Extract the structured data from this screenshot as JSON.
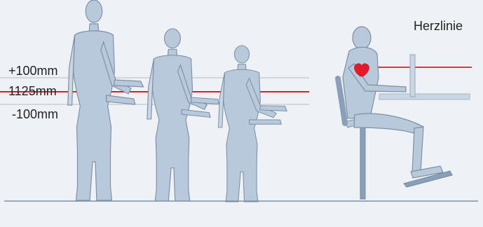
{
  "labels": {
    "plus": "+100mm",
    "height": "1125mm",
    "minus": "-100mm",
    "heart_line": "Herzlinie"
  },
  "colors": {
    "background": "#eef2f6",
    "figure_fill": "#b9c9dc",
    "figure_stroke": "#7f8fa3",
    "reference_red": "#d81e2b",
    "guide_gray": "#c6ced8",
    "heart": "#e11b2a",
    "floor": "#7891ab",
    "table": "#c9d6e3",
    "stool": "#8aa0b8"
  },
  "icons": {
    "heart": "heart-icon"
  }
}
